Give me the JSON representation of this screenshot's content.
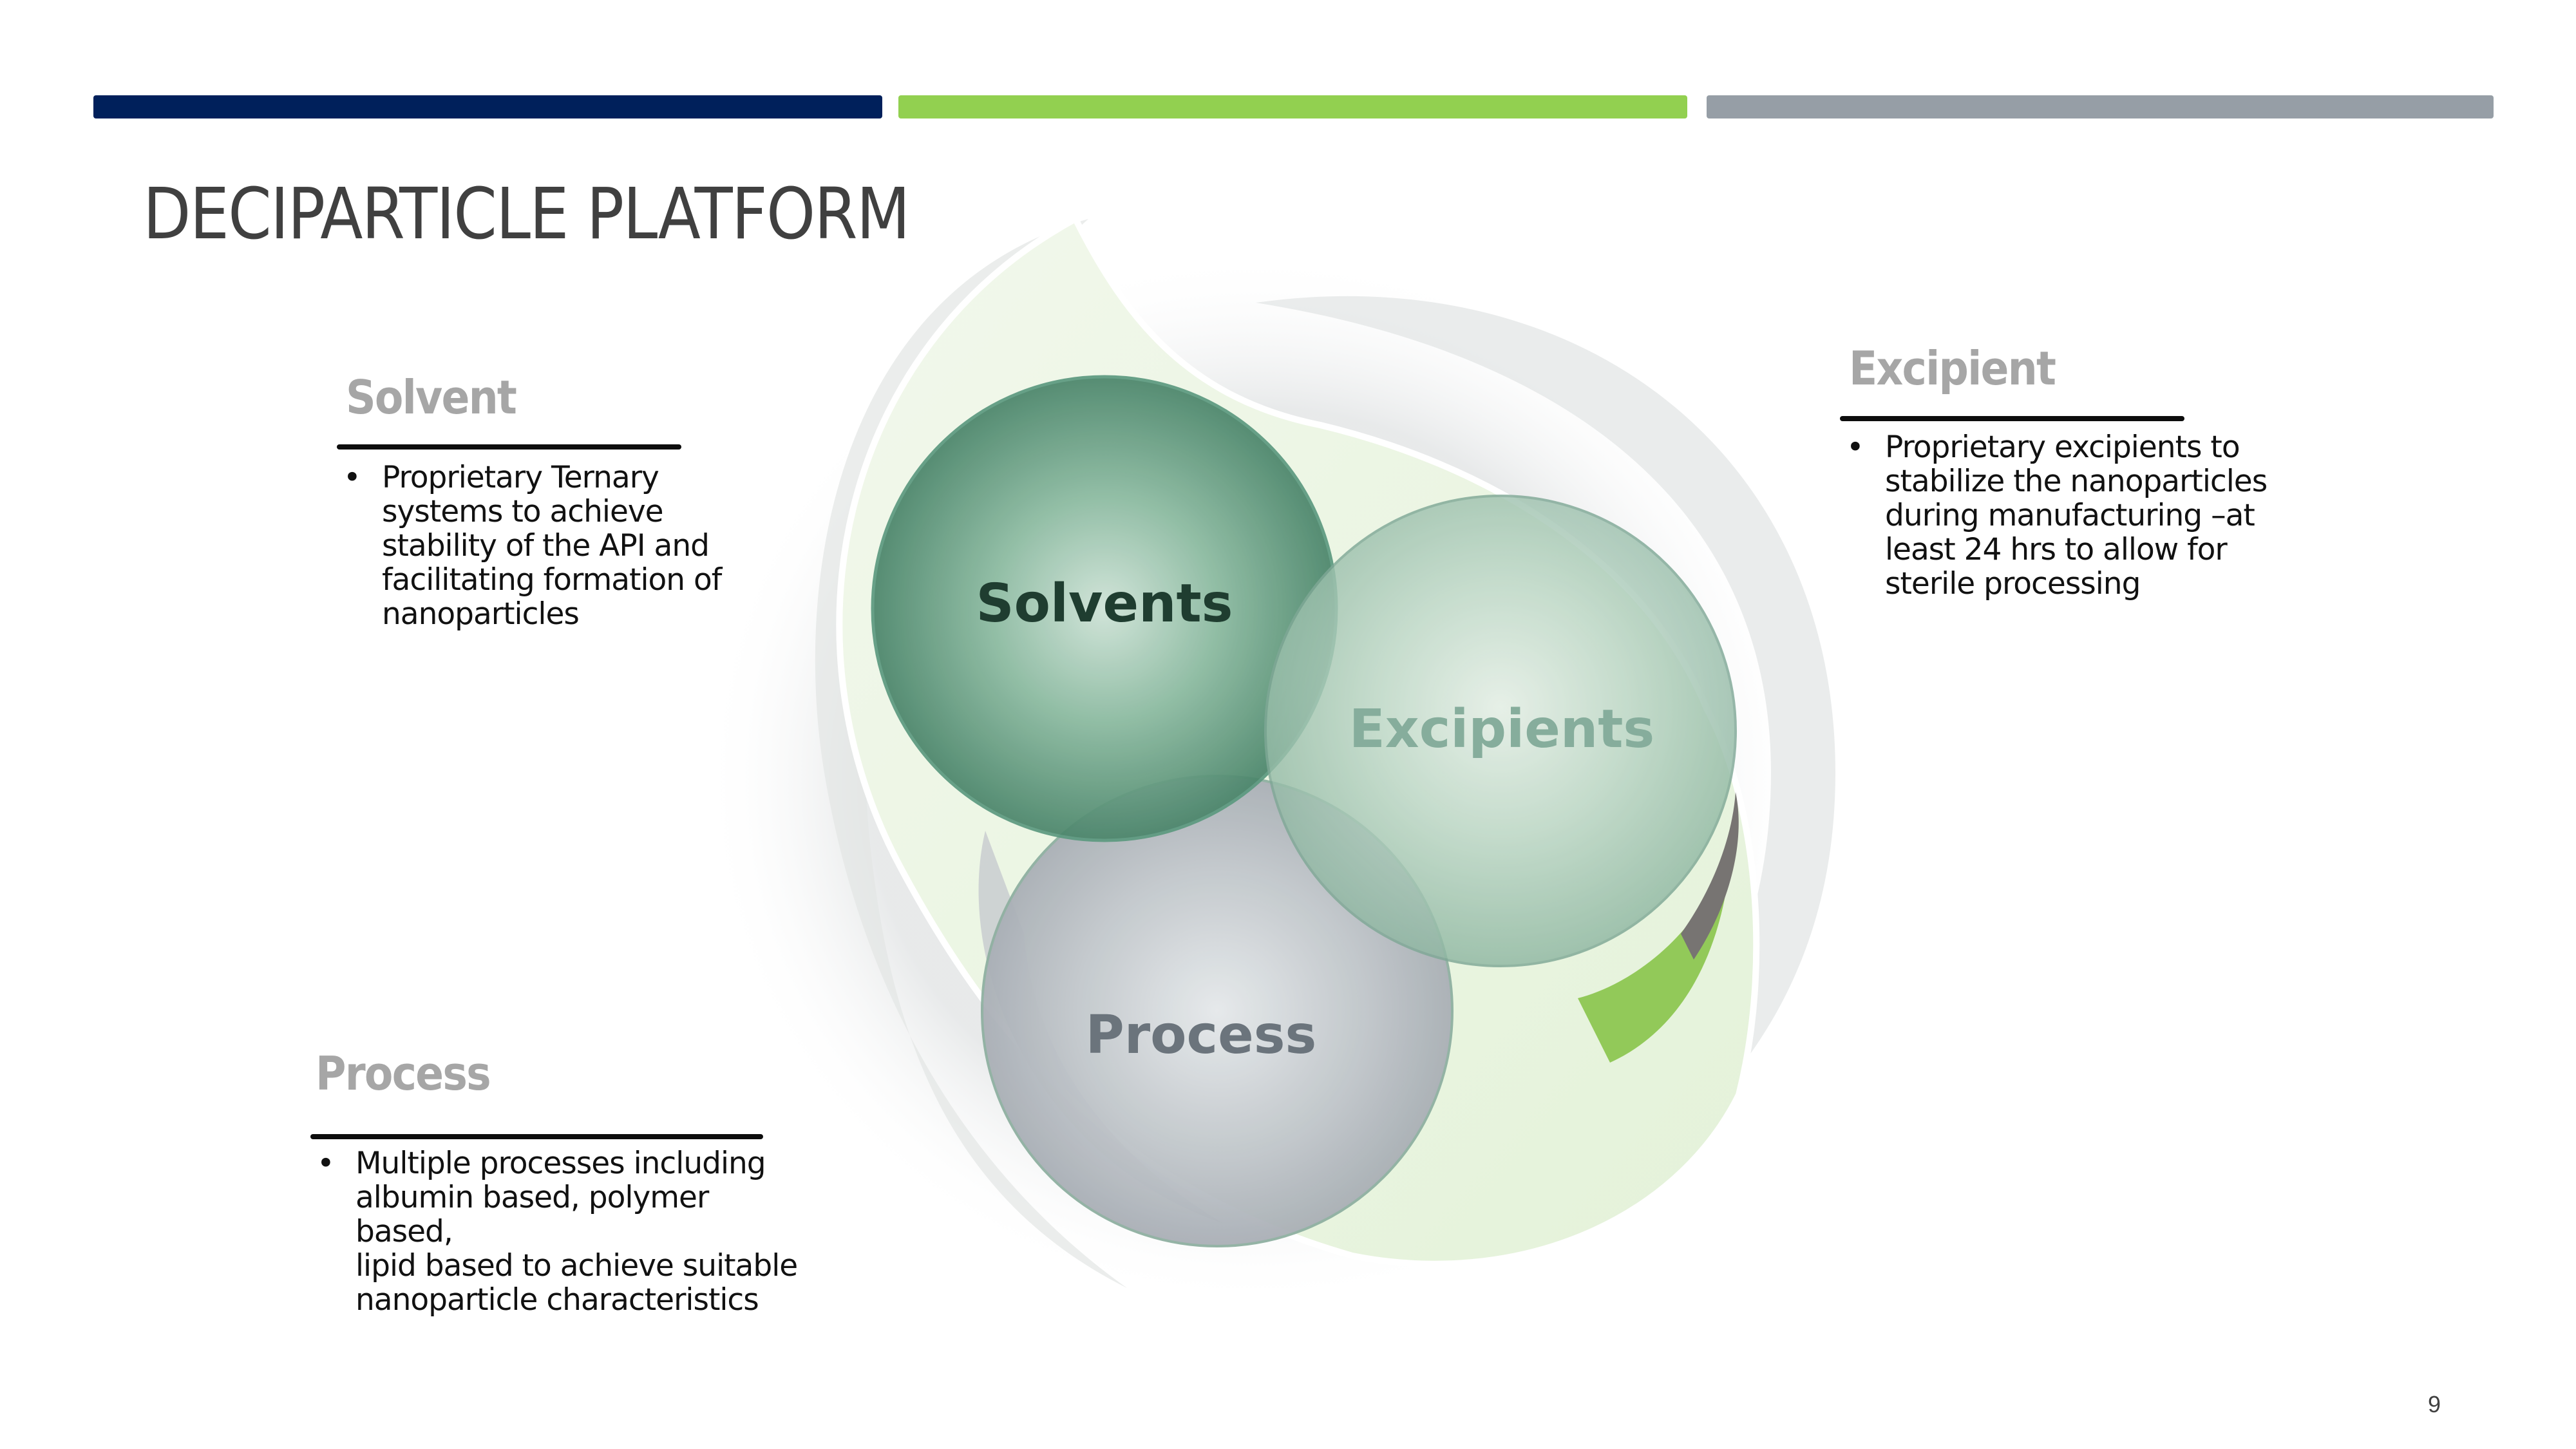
{
  "slide": {
    "title": "DECIPARTICLE PLATFORM",
    "page_number": "9",
    "accent_colors": {
      "navy": "#00205b",
      "green": "#92d050",
      "gray": "#969ea6"
    }
  },
  "sections": {
    "solvent": {
      "heading": "Solvent",
      "bullets": [
        "Proprietary Ternary systems to achieve stability of the API and facilitating formation of nanoparticles"
      ],
      "bullet_lines": [
        "Proprietary Ternary",
        "systems to achieve",
        "stability of the API and",
        "facilitating formation of",
        "nanoparticles"
      ]
    },
    "excipient": {
      "heading": "Excipient",
      "bullets": [
        "Proprietary excipients to stabilize the nanoparticles during manufacturing –at least 24 hrs to allow for sterile processing"
      ],
      "bullet_lines": [
        "Proprietary excipients to",
        "stabilize the nanoparticles",
        "during manufacturing –at",
        "least 24 hrs to allow for",
        "sterile processing"
      ]
    },
    "process": {
      "heading": "Process",
      "bullets": [
        "Multiple processes including albumin based, polymer based, lipid based to achieve suitable nanoparticle characteristics"
      ],
      "bullet_lines": [
        "Multiple processes including",
        "albumin based, polymer based,",
        "lipid based to achieve suitable",
        "nanoparticle characteristics"
      ]
    }
  },
  "diagram": {
    "circles": [
      {
        "label": "Solvents",
        "color": "#3f7c63",
        "label_color": "#1f3d30"
      },
      {
        "label": "Excipients",
        "color": "#9cc3ad",
        "label_color": "#86ad9c"
      },
      {
        "label": "Process",
        "color": "#b6bcc2",
        "label_color": "#6b747c"
      }
    ]
  }
}
